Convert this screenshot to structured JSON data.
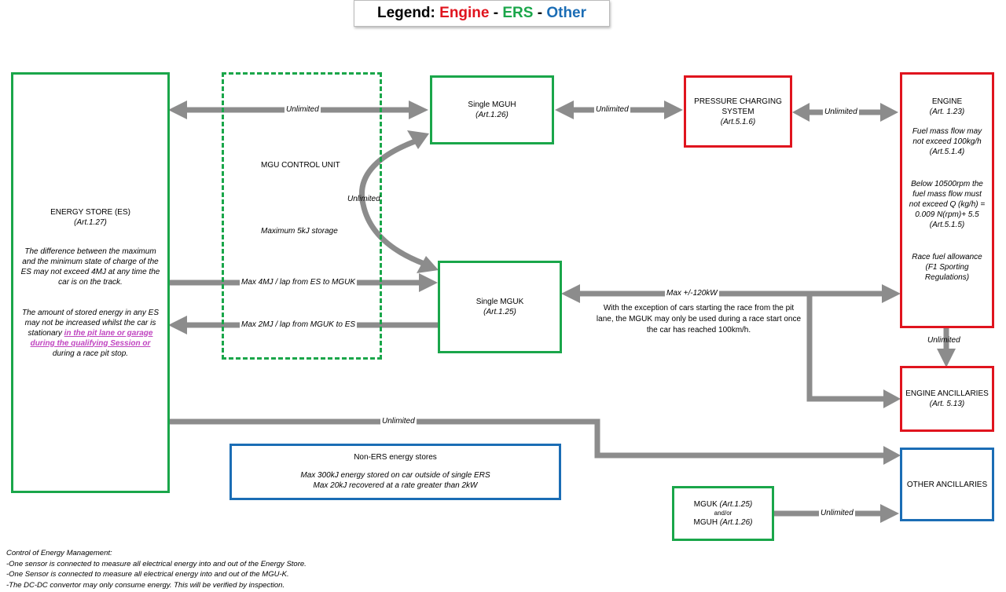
{
  "legend": {
    "prefix": "Legend:",
    "engine": "Engine",
    "sep1": " - ",
    "ers": "ERS",
    "sep2": " - ",
    "other": "Other"
  },
  "colors": {
    "engine": "#e0141e",
    "ers": "#1aa64a",
    "other": "#1b6db5",
    "arrow": "#8c8c8c"
  },
  "energy_store": {
    "title": "ENERGY STORE (ES)",
    "ref": "(Art.1.27)",
    "text1": "The difference between the maximum and the minimum state of charge of the ES may not exceed 4MJ at any time the car is on the track.",
    "text2_a": "The amount of stored energy in any ES may not be increased whilst the car is stationary ",
    "text2_link": "in the pit lane or garage during the qualifying Session or",
    "text2_b": " during a race pit stop."
  },
  "mgu_control": {
    "title": "MGU CONTROL UNIT",
    "storage": "Maximum 5kJ storage"
  },
  "mguh": {
    "title": "Single MGUH",
    "ref": "(Art.1.26)"
  },
  "mguk": {
    "title": "Single MGUK",
    "ref": "(Art.1.25)"
  },
  "pressure": {
    "title": "PRESSURE CHARGING SYSTEM",
    "ref": "(Art.5.1.6)"
  },
  "engine": {
    "title": "ENGINE",
    "ref": "(Art. 1.23)",
    "fuel1": "Fuel mass flow may not exceed 100kg/h (Art.5.1.4)",
    "fuel2": "Below 10500rpm the fuel mass flow must not exceed Q (kg/h) = 0.009 N(rpm)+ 5.5",
    "fuel2_ref": "(Art.5.1.5)",
    "fuel3": "Race fuel allowance (F1 Sporting Regulations)"
  },
  "ancillaries": {
    "title": "ENGINE ANCILLARIES",
    "ref": "(Art. 5.13)"
  },
  "other_anc": {
    "title": "OTHER ANCILLARIES"
  },
  "non_ers": {
    "title": "Non-ERS energy stores",
    "line1": "Max 300kJ energy stored on car outside of single ERS",
    "line2": "Max 20kJ recovered at a rate greater than 2kW"
  },
  "mguk_mguh": {
    "line1": "MGUK",
    "line1_ref": " (Art.1.25)",
    "andor": "and/or",
    "line2": "MGUH",
    "line2_ref": " (Art.1.26)"
  },
  "labels": {
    "es_mguh": "Unlimited",
    "mguh_pcs": "Unlimited",
    "pcs_engine": "Unlimited",
    "mguh_mguk": "Unlimited",
    "es_to_mguk": "Max 4MJ / lap from ES to MGUK",
    "mguk_to_es": "Max 2MJ / lap from MGUK to ES",
    "mguk_power": "Max +/-120kW",
    "mguk_note": "With the exception of cars starting the race from the pit lane, the MGUK may only be used during a race start once the car has reached 100km/h.",
    "engine_anc": "Unlimited",
    "es_other": "Unlimited",
    "mgu_other": "Unlimited"
  },
  "footer": {
    "title": "Control of Energy Management:",
    "line1": "-One sensor is connected to measure all electrical energy into and out of the Energy Store.",
    "line2": "-One Sensor is connected to measure all electrical energy into and out of the MGU-K.",
    "line3": "-The DC-DC convertor may only consume energy.  This will be verified by inspection."
  }
}
